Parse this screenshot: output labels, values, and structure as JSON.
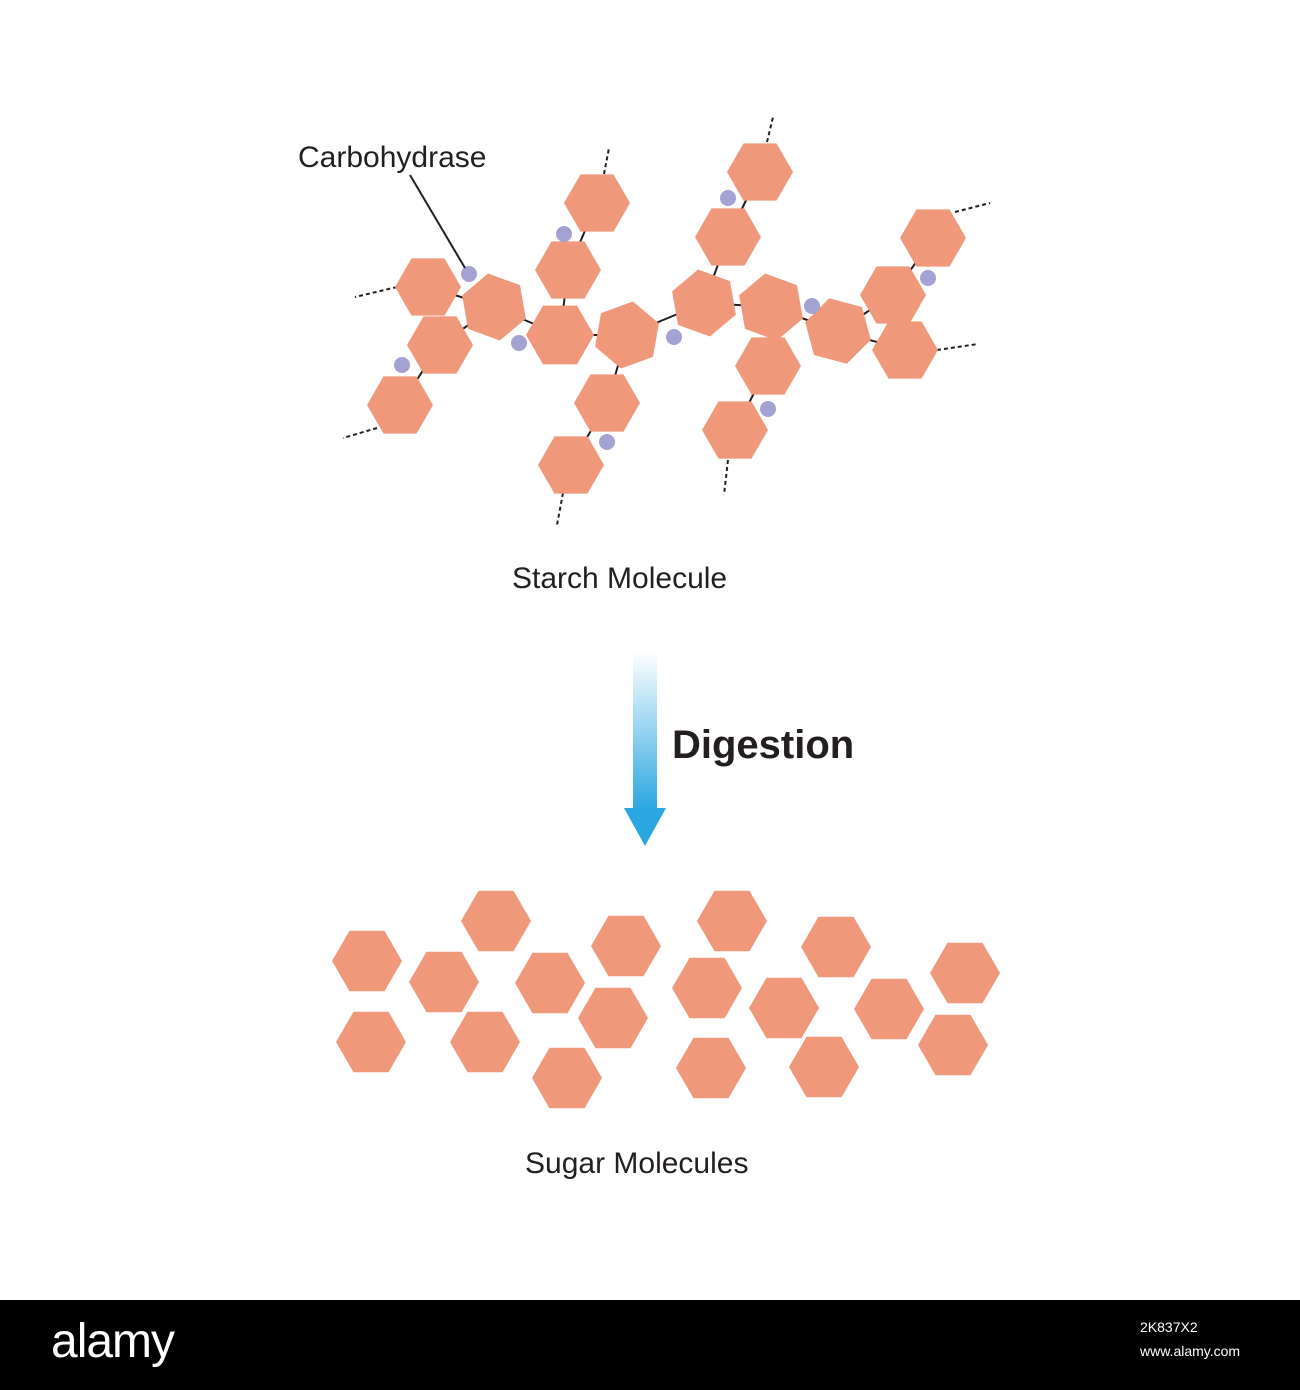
{
  "labels": {
    "enzyme": "Carbohydrase",
    "starch": "Starch Molecule",
    "process": "Digestion",
    "sugar": "Sugar Molecules"
  },
  "footer": {
    "logo": "alamy",
    "image_id": "2K837X2",
    "url": "www.alamy.com"
  },
  "colors": {
    "hexagon": "#f0987a",
    "enzyme_dot": "#a3a2d2",
    "arrow_top": "#ffffff",
    "arrow_bottom": "#2aa7e1",
    "text": "#231f20",
    "footer_bg": "#000000"
  }
}
